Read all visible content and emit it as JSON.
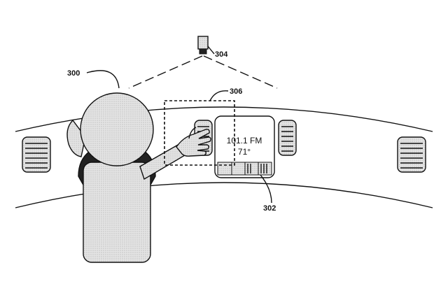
{
  "labels": {
    "driver": "300",
    "display": "302",
    "camera": "304",
    "zone": "306"
  },
  "display": {
    "line1": "101.1 FM",
    "line2": "71°"
  }
}
